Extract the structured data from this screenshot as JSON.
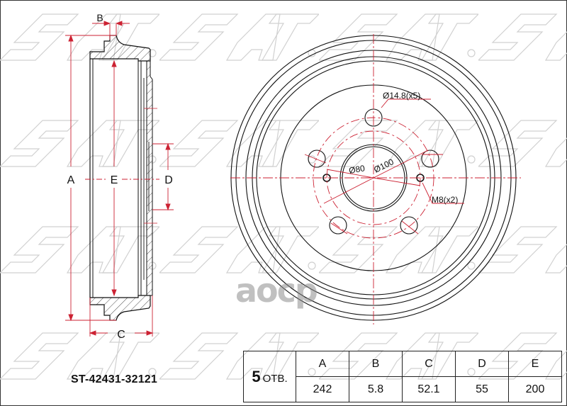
{
  "part_number": "ST-42431-32121",
  "watermark": {
    "brand_text": "SAT",
    "overlay_text": "aocp"
  },
  "side_view": {
    "labels": {
      "A": "A",
      "B": "B",
      "C": "C",
      "D": "D",
      "E": "E"
    }
  },
  "front_view": {
    "annotations": {
      "stud_holes": "Ø14.8(x5)",
      "center_bore": "Ø80",
      "pcd": "Ø100",
      "threaded_holes": "M8(x2)"
    }
  },
  "spec_table": {
    "holes_count": "5",
    "holes_label": "ОТВ.",
    "headers": [
      "A",
      "B",
      "C",
      "D",
      "E"
    ],
    "values": [
      "242",
      "5.8",
      "52.1",
      "55",
      "200"
    ]
  },
  "colors": {
    "line": "#111111",
    "dimension": "#cc2233",
    "watermark": "#c8c8c8"
  }
}
